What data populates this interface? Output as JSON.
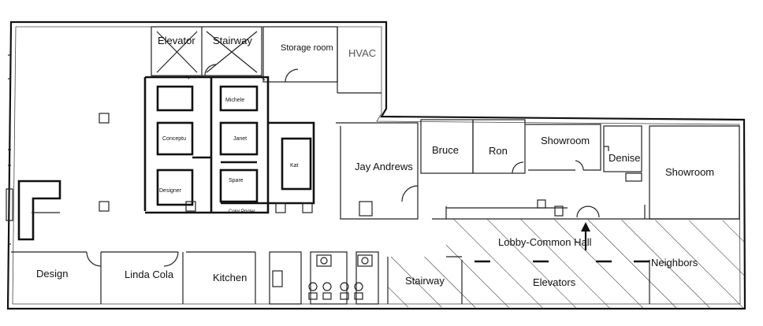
{
  "rooms": {
    "elevator_top": "Elevator",
    "stairway_top": "Stairway",
    "storage": "Storage room",
    "hvac": "HVAC",
    "bruce": "Bruce",
    "ron": "Ron",
    "showroom_small": "Showroom",
    "denise": "Denise",
    "showroom_large": "Showroom",
    "jay_andrews": "Jay Andrews",
    "lobby": "Lobby-Common Hall",
    "neighbors": "Neighbors",
    "elevators": "Elevators",
    "stairway_bottom": "Stairway",
    "design": "Design",
    "linda_cola": "Linda Cola",
    "kitchen": "Kitchen"
  },
  "cubicles": {
    "c1": "",
    "c2": "Michele",
    "concepts": "Conceptu",
    "janet": "Janet",
    "designer": "Designer",
    "spare": "Spare",
    "color_printer": "Color Printer",
    "kat": "Kat"
  }
}
